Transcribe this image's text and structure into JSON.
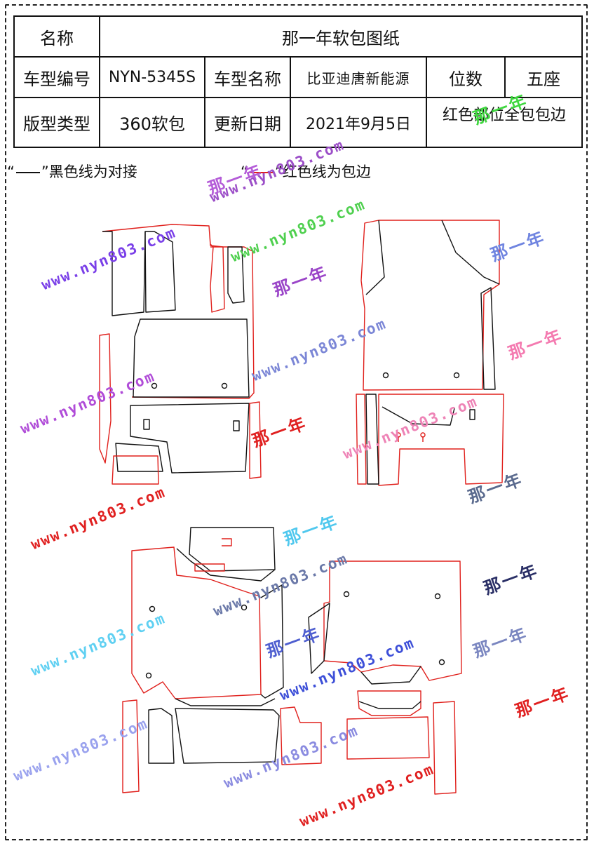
{
  "spec_table": {
    "name_label": "名称",
    "name_value": "那一年软包图纸",
    "model_code_label": "车型编号",
    "model_code_value": "NYN-5345S",
    "model_name_label": "车型名称",
    "model_name_value": "比亚迪唐新能源",
    "seats_label": "位数",
    "seats_value": "五座",
    "pattern_type_label": "版型类型",
    "pattern_type_value": "360软包",
    "update_date_label": "更新日期",
    "update_date_value": "2021年9月5日",
    "note": "红色部位全包包边"
  },
  "legend": {
    "black_line_text": "黑色线为对接",
    "red_line_text": "红色线为包边",
    "black_color": "#111111",
    "red_color": "#e0201c"
  },
  "watermarks": {
    "url": "www.nyn803.com",
    "brand": "那一年"
  },
  "colors": {
    "cut_line": "#111111",
    "edge_line": "#e0201c"
  }
}
